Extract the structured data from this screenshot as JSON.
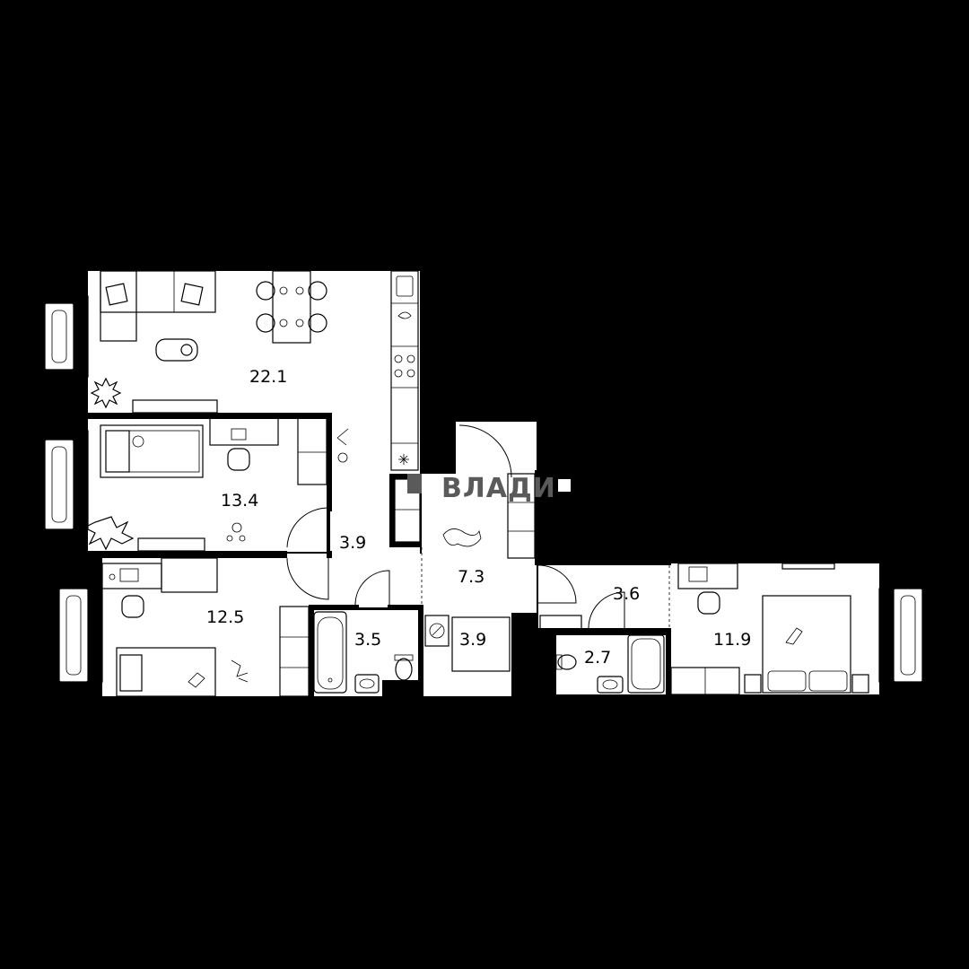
{
  "plan": {
    "watermark": "ВЛАДИ",
    "colors": {
      "background": "#000000",
      "room": "#ffffff",
      "wall": "#000000",
      "watermark": "#5a5a5a"
    },
    "rooms": [
      {
        "id": "living-kitchen",
        "area": "22.1"
      },
      {
        "id": "bedroom-1",
        "area": "13.4"
      },
      {
        "id": "corridor",
        "area": "3.9"
      },
      {
        "id": "bedroom-2",
        "area": "12.5"
      },
      {
        "id": "bathroom-1",
        "area": "3.5"
      },
      {
        "id": "hall",
        "area": "7.3"
      },
      {
        "id": "storage",
        "area": "3.9"
      },
      {
        "id": "corridor-2",
        "area": "3.6"
      },
      {
        "id": "bathroom-2",
        "area": "2.7"
      },
      {
        "id": "bedroom-3",
        "area": "11.9"
      }
    ]
  }
}
